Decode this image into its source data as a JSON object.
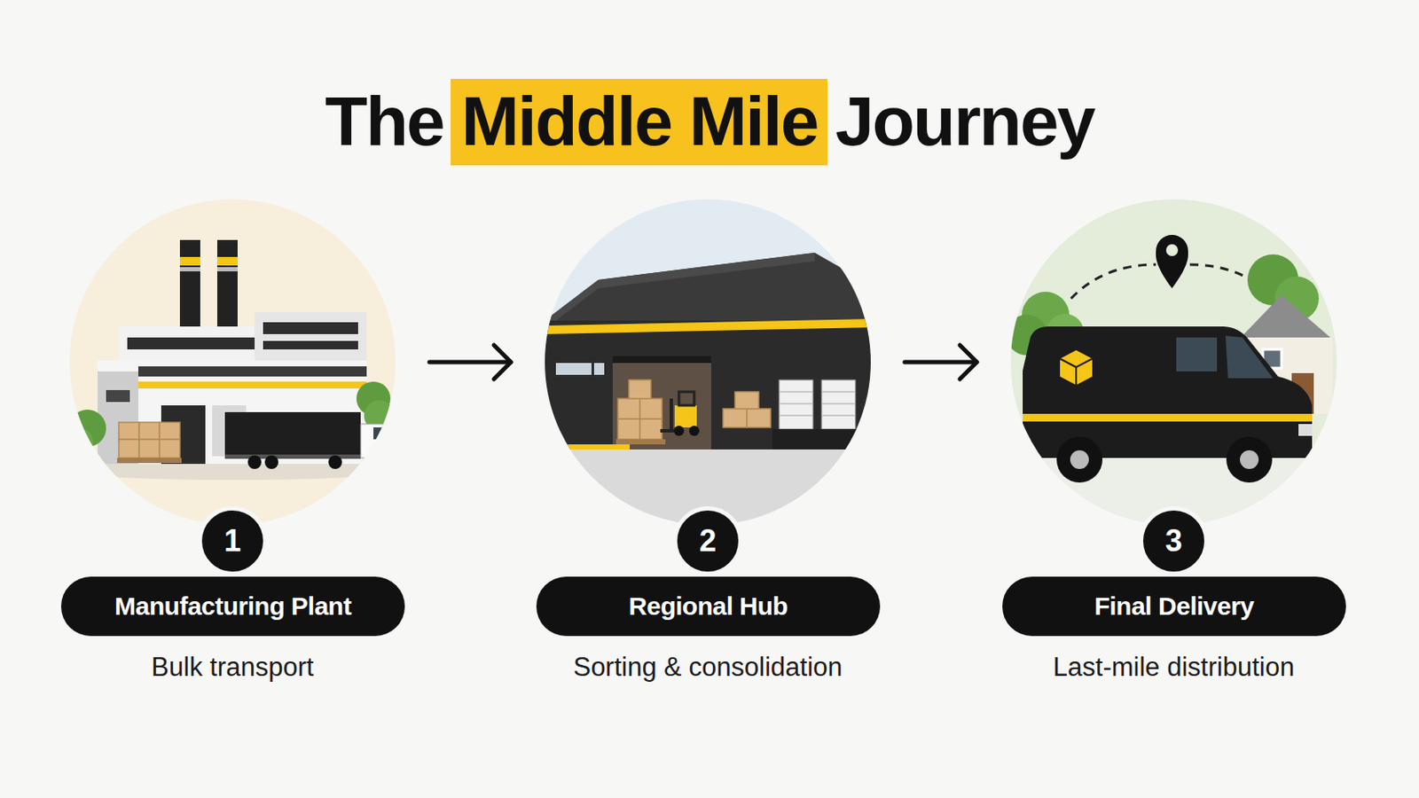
{
  "diagram": {
    "title": "The Middle Mile Journey",
    "nodes": [
      {
        "text": [
          "1",
          "Manufacturing Plant",
          "Bulk transport"
        ]
      },
      {
        "text": [
          "2",
          "Regional Hub",
          "Sorting & consolidation"
        ]
      },
      {
        "text": [
          "3",
          "Final Delivery",
          "Last-mile distribution"
        ]
      }
    ],
    "edges": [
      {
        "from": 0,
        "to": 1,
        "arrow": "to"
      },
      {
        "from": 1,
        "to": 2,
        "arrow": "to"
      }
    ]
  }
}
